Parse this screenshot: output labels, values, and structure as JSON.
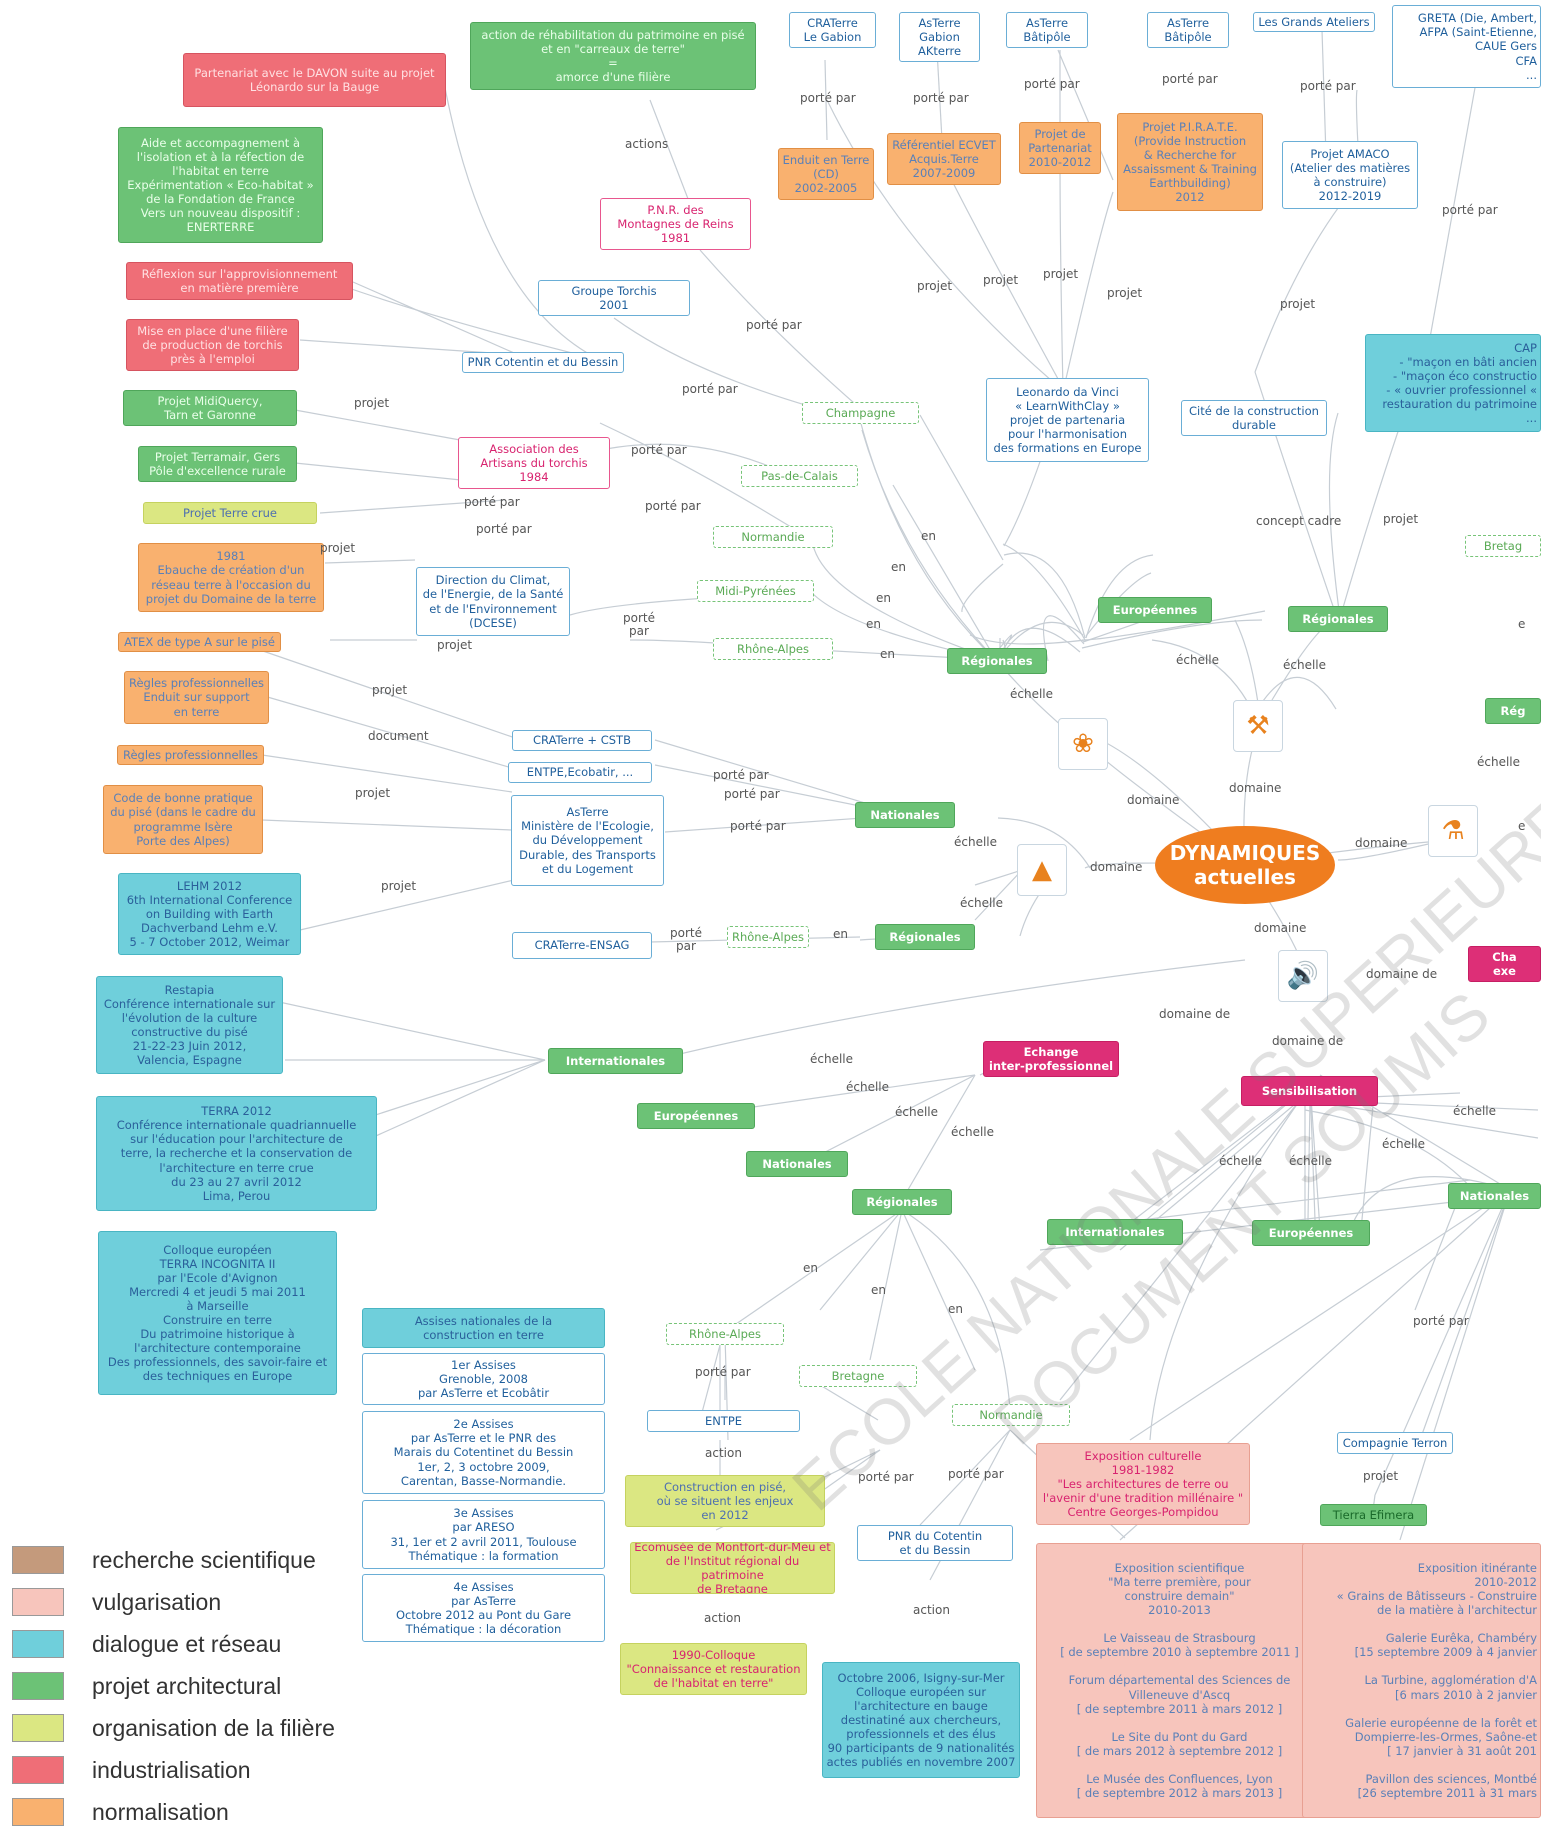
{
  "center": "DYNAMIQUES\nactuelles",
  "nodes": {
    "davon": "Partenariat avec le DAVON suite au projet\nLéonardo sur la Bauge",
    "rehab": "action de réhabilitation du patrimoine en pisé\net en \"carreaux de terre\"\n=\namorce d'une filière",
    "aide": "Aide et accompagnement à\nl'isolation et à la réfection de\nl'habitat en terre\nExpérimentation « Eco-habitat »\nde la Fondation de France\nVers un nouveau dispositif :\nENERTERRE",
    "reflexion": "Réflexion sur l'approvisionnement\nen matière première",
    "miseplace": "Mise en place d'une filière\nde production de torchis\nprès à l'emploi",
    "midiquercy": "Projet MidiQuercy,\nTarn et Garonne",
    "terramair": "Projet Terramair, Gers\nPôle d'excellence rurale",
    "terrecrue": "Projet Terre crue",
    "ebauche": "1981\nEbauche de création d'un\nréseau terre à l'occasion du\nprojet du Domaine de la terre",
    "atex": "ATEX de type A sur le pisé",
    "regles1": "Règles professionnelles\nEnduit sur support\nen terre",
    "regles2": "Règles professionnelles",
    "code": "Code de bonne pratique\ndu pisé (dans le cadre du\nprogramme Isère\nPorte des Alpes)",
    "lehm": "LEHM 2012\n6th International Conference\non Building with Earth\nDachverband Lehm e.V.\n5 - 7 October 2012, Weimar",
    "restapia": "Restapia\nConférence internationale sur\nl'évolution de la culture\nconstructive du pisé\n21-22-23 Juin 2012,\nValencia, Espagne",
    "terra2012": "TERRA 2012\nConférence internationale quadriannuelle\nsur l'éducation pour l'architecture de\nterre, la recherche et la conservation de\nl'architecture en terre crue\ndu 23 au 27 avril 2012\nLima, Perou",
    "colloque": "Colloque européen\nTERRA INCOGNITA II\npar l'Ecole d'Avignon\nMercredi 4 et jeudi 5 mai 2011\nà Marseille\nConstruire en terre\nDu patrimoine historique à\nl'architecture contemporaine\nDes professionnels, des savoir-faire et\ndes techniques en Europe",
    "assises": "Assises nationales de la\nconstruction en terre",
    "assises1": "1er Assises\nGrenoble, 2008\npar AsTerre et Ecobâtir",
    "assises2": "2e Assises\npar AsTerre et le PNR des\nMarais du Cotentinet du Bessin\n1er, 2, 3 octobre 2009,\nCarentan, Basse-Normandie.",
    "assises3": "3e Assises\npar ARESO\n31, 1er et 2 avril 2011, Toulouse\nThématique : la formation",
    "assises4": "4e Assises\npar AsTerre\nOctobre 2012 au Pont du Gare\nThématique : la décoration",
    "crat_gabion": "CRATerre\nLe Gabion",
    "asterre_gabion": "AsTerre\nGabion\nAKterre",
    "asterre_bati1": "AsTerre\nBâtipôle",
    "asterre_bati2": "AsTerre\nBâtipôle",
    "grands_ateliers": "Les Grands Ateliers",
    "greta": "GRETA (Die, Ambert,\nAFPA (Saint-Etienne,\nCAUE Gers\nCFA\n...",
    "enduit": "Enduit en Terre\n(CD)\n2002-2005",
    "ecvet": "Référentiel ECVET\nAcquis.Terre\n2007-2009",
    "partenariat": "Projet de\nPartenariat\n2010-2012",
    "pirate": "Projet P.I.R.A.T.E.\n(Provide Instruction\n& Recherche for\nAssaissment & Training\nEarthbuilding)\n2012",
    "amaco": "Projet AMACO\n(Atelier des matières\nà construire)\n2012-2019",
    "pnr_reins": "P.N.R. des\nMontagnes de Reins\n1981",
    "torchis": "Groupe Torchis\n2001",
    "pnr_cotentin": "PNR Cotentin et du Bessin",
    "artisans": "Association des\nArtisans du torchis\n1984",
    "dcese": "Direction du Climat,\nde l'Energie, de la Santé\net de l'Environnement\n(DCESE)",
    "leonardo": "Leonardo da Vinci\n« LearnWithClay »\nprojet de partenaria\npour l'harmonisation\ndes formations en Europe",
    "cite": "Cité de la construction\ndurable",
    "cap": "CAP\n- \"maçon en bâti ancien\n- \"maçon éco constructio\n- « ouvrier professionnel «\nrestauration du patrimoine\n...",
    "crat_cstb": "CRATerre + CSTB",
    "entpe_eco": "ENTPE,Ecobatir, ...",
    "asterre_min": "AsTerre\nMinistère de l'Ecologie,\ndu Développement\nDurable, des Transports\net du Logement",
    "crat_ensag": "CRATerre-ENSAG",
    "entpe": "ENTPE",
    "pnr_cotentin2": "PNR du Cotentin\net du Bessin",
    "compagnie": "Compagnie Terron",
    "champagne": "Champagne",
    "pasdecalais": "Pas-de-Calais",
    "normandie1": "Normandie",
    "midipyr": "Midi-Pyrénées",
    "rhonealpes1": "Rhône-Alpes",
    "rhonealpes2": "Rhône-Alpes",
    "rhonealpes3": "Rhône-Alpes",
    "bretagne": "Bretagne",
    "normandie2": "Normandie",
    "bretagne_edge": "Bretag",
    "europeennes1": "Européennes",
    "regionales1": "Régionales",
    "regionales2": "Régionales",
    "nationales1": "Nationales",
    "regionales3": "Régionales",
    "reg_edge": "Rég",
    "internationales1": "Internationales",
    "europeennes2": "Européennes",
    "nationales2": "Nationales",
    "regionales4": "Régionales",
    "internationales2": "Internationales",
    "europeennes3": "Européennes",
    "nationales3": "Nationales",
    "echange": "Echange\ninter-professionnel",
    "sensibilisation": "Sensibilisation",
    "cha_edge": "Cha\nexe",
    "construction_pise": "Construction en pisé,\noù se situent les enjeux\nen 2012",
    "ecomusee": "Ecomusée de Montfort-dur-Meu et\nde l'Institut régional du patrimoine\nde Bretagne",
    "colloque1990": "1990-Colloque\n\"Connaissance et restauration\nde l'habitat en terre\"",
    "isigny": "Octobre 2006, Isigny-sur-Mer\nColloque européen sur\nl'architecture en bauge\ndestinatiné aux chercheurs,\nprofessionnels et des élus\n90 participants de 9 nationalités\nactes publiés en novembre 2007",
    "expo_culturelle": "Exposition culturelle\n1981-1982\n\"Les architectures de terre ou\nl'avenir d'une tradition millénaire \"\nCentre Georges-Pompidou",
    "tierra": "Tierra Efimera",
    "expo_sci": "Exposition scientifique\n\"Ma terre première, pour\nconstruire demain\"\n2010-2013\n\nLe Vaisseau de Strasbourg\n[ de septembre 2010 à septembre 2011 ]\n\nForum départemental des Sciences de\nVilleneuve d'Ascq\n[ de septembre 2011 à mars 2012 ]\n\nLe Site du Pont du Gard\n[ de mars 2012 à septembre 2012 ]\n\nLe Musée des Confluences, Lyon\n[ de septembre 2012 à mars 2013 ]",
    "expo_itin": "Exposition itinérante\n2010-2012\n« Grains de Bâtisseurs - Construire\nde la matière à l'architectur\n\nGalerie Eurêka, Chambéry\n[15 septembre 2009 à 4 janvier\n\nLa Turbine, agglomération d'A\n[6 mars 2010 à 2 janvier\n\nGalerie européenne de la forêt et\nDompierre-les-Ormes, Saône-et\n[ 17 janvier à 31 août 201\n\nPavillon des sciences, Montbé\n[26 septembre 2011 à 31 mars"
  },
  "edges": {
    "actions": "actions",
    "porte_par": "porté par",
    "projet": "projet",
    "en": "en",
    "echelle": "échelle",
    "domaine": "domaine",
    "domaine_de": "domaine de",
    "document": "document",
    "concept_cadre": "concept cadre",
    "action": "action",
    "porte_par_split": "porté\npar",
    "e_edge": "e"
  },
  "icons": {
    "tree": "tree-icon",
    "worker": "worker-icon",
    "trowel": "trowel-icon",
    "microscope": "microscope-icon",
    "speaker": "speaker-icon"
  },
  "legend": [
    {
      "label": "recherche scientifique",
      "color": "#c49a7c"
    },
    {
      "label": "vulgarisation",
      "color": "#f7c5bc"
    },
    {
      "label": "dialogue et réseau",
      "color": "#6fcfdb"
    },
    {
      "label": "projet architectural",
      "color": "#6cc276"
    },
    {
      "label": "organisation de la filière",
      "color": "#dbe782"
    },
    {
      "label": "industrialisation",
      "color": "#ef6e77"
    },
    {
      "label": "normalisation",
      "color": "#f9b16f"
    }
  ],
  "watermark": "ECOLE NATIONALE SUPERIEURE\nDOCUMENT SOUMIS"
}
